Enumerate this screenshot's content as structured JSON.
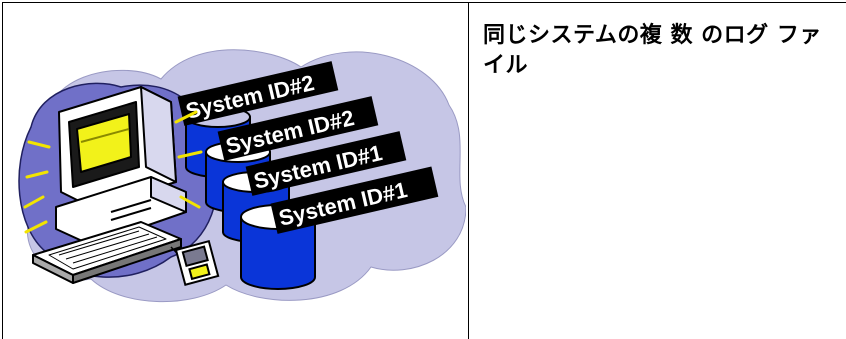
{
  "caption": "同じシステムの複 数 のログ ファイル",
  "clipart": {
    "labels": [
      "System ID#2",
      "System ID#2",
      "System ID#1",
      "System ID#1"
    ],
    "icons": [
      "computer-icon",
      "database-cylinder-icon",
      "floppy-disk-icon"
    ],
    "colors": {
      "cloud": "#c6c6e6",
      "cylinder": "#0a35d8",
      "screen": "#f2f21a",
      "label_bg": "#000000",
      "label_text": "#ffffff"
    }
  }
}
